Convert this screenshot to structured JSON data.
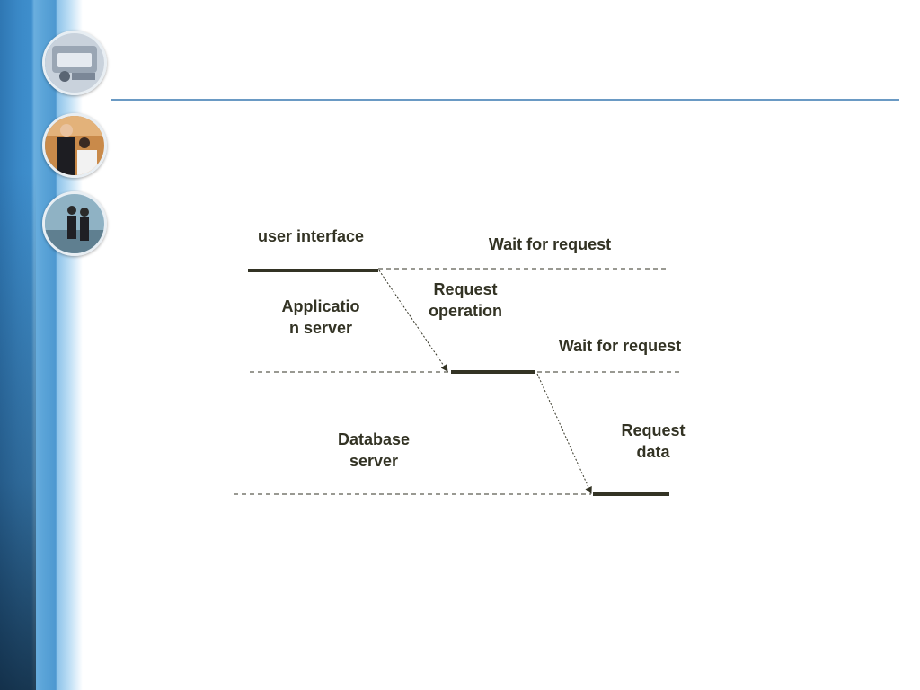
{
  "diagram": {
    "labels": {
      "user_interface": "user interface",
      "wait_for_request_1": "Wait for request",
      "request_operation_line1": "Request",
      "request_operation_line2": "operation",
      "application_server_line1": "Applicatio",
      "application_server_line2": "n server",
      "wait_for_request_2": "Wait for request",
      "request_data_line1": "Request",
      "request_data_line2": "data",
      "database_server_line1": "Database",
      "database_server_line2": "server"
    }
  },
  "colors": {
    "band_blue": "#3f8fcd",
    "rule": "#6a9ac4",
    "text": "#333324",
    "line": "#333324"
  }
}
